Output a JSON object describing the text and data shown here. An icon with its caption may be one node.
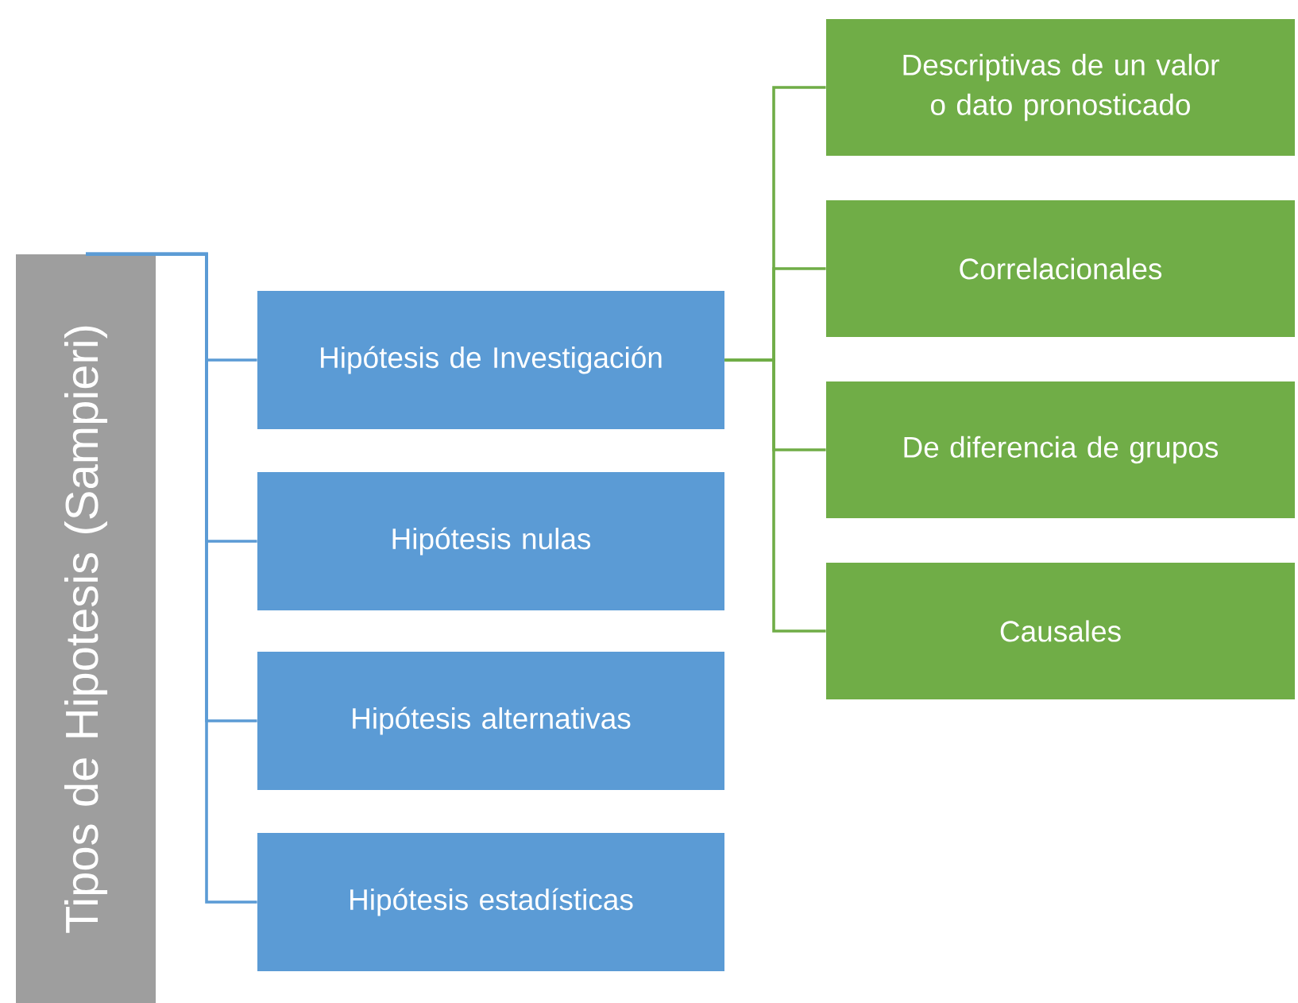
{
  "diagram": {
    "nodes": [
      {
        "text": [
          "Tipos de Hipotesis (Sampieri)"
        ]
      },
      {
        "text": [
          "Hipótesis de Investigación"
        ]
      },
      {
        "text": [
          "Hipótesis nulas"
        ]
      },
      {
        "text": [
          "Hipótesis alternativas"
        ]
      },
      {
        "text": [
          "Hipótesis estadísticas"
        ]
      },
      {
        "text": [
          "Descriptivas de un valor o dato pronosticado"
        ]
      },
      {
        "text": [
          "Correlacionales"
        ]
      },
      {
        "text": [
          "De diferencia de grupos"
        ]
      },
      {
        "text": [
          "Causales"
        ]
      }
    ],
    "edges": [
      {
        "from": 0,
        "to": 1,
        "arrow": "none",
        "color": "#5b9bd5"
      },
      {
        "from": 0,
        "to": 2,
        "arrow": "none",
        "color": "#5b9bd5"
      },
      {
        "from": 0,
        "to": 3,
        "arrow": "none",
        "color": "#5b9bd5"
      },
      {
        "from": 0,
        "to": 4,
        "arrow": "none",
        "color": "#5b9bd5"
      },
      {
        "from": 1,
        "to": 5,
        "arrow": "none",
        "color": "#70ad47"
      },
      {
        "from": 1,
        "to": 6,
        "arrow": "none",
        "color": "#70ad47"
      },
      {
        "from": 1,
        "to": 7,
        "arrow": "none",
        "color": "#70ad47"
      },
      {
        "from": 1,
        "to": 8,
        "arrow": "none",
        "color": "#70ad47"
      }
    ]
  }
}
